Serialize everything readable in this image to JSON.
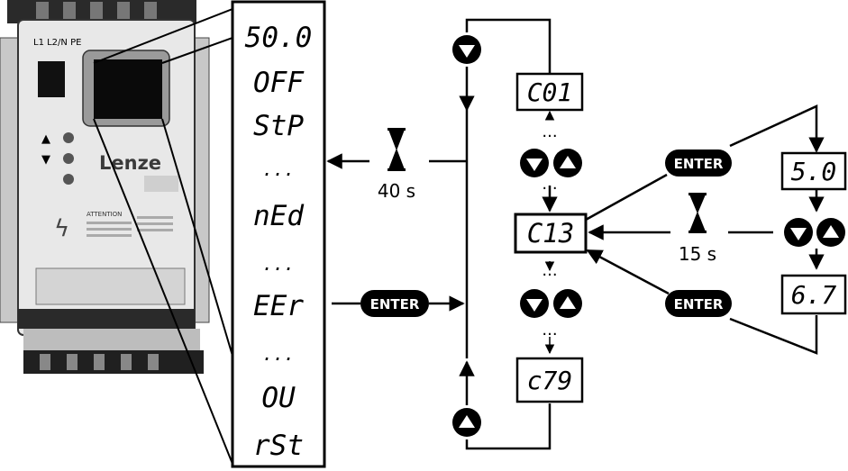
{
  "device": {
    "brand": "Lenze",
    "terminal_labels": "L1  L2/N PE",
    "attention_label": "ATTENTION"
  },
  "display_list": {
    "items": [
      "50.0",
      "OFF",
      "StP",
      "...",
      "nEd",
      "...",
      "EEr",
      "...",
      "OU",
      "rSt"
    ]
  },
  "flow": {
    "timer_left": "40 s",
    "timer_right": "15 s",
    "enter_label": "ENTER",
    "param_codes": {
      "top": "C01",
      "middle": "C13",
      "bottom": "c79"
    },
    "value_codes": {
      "top": "5.0",
      "bottom": "6.7"
    },
    "dots": "..."
  }
}
